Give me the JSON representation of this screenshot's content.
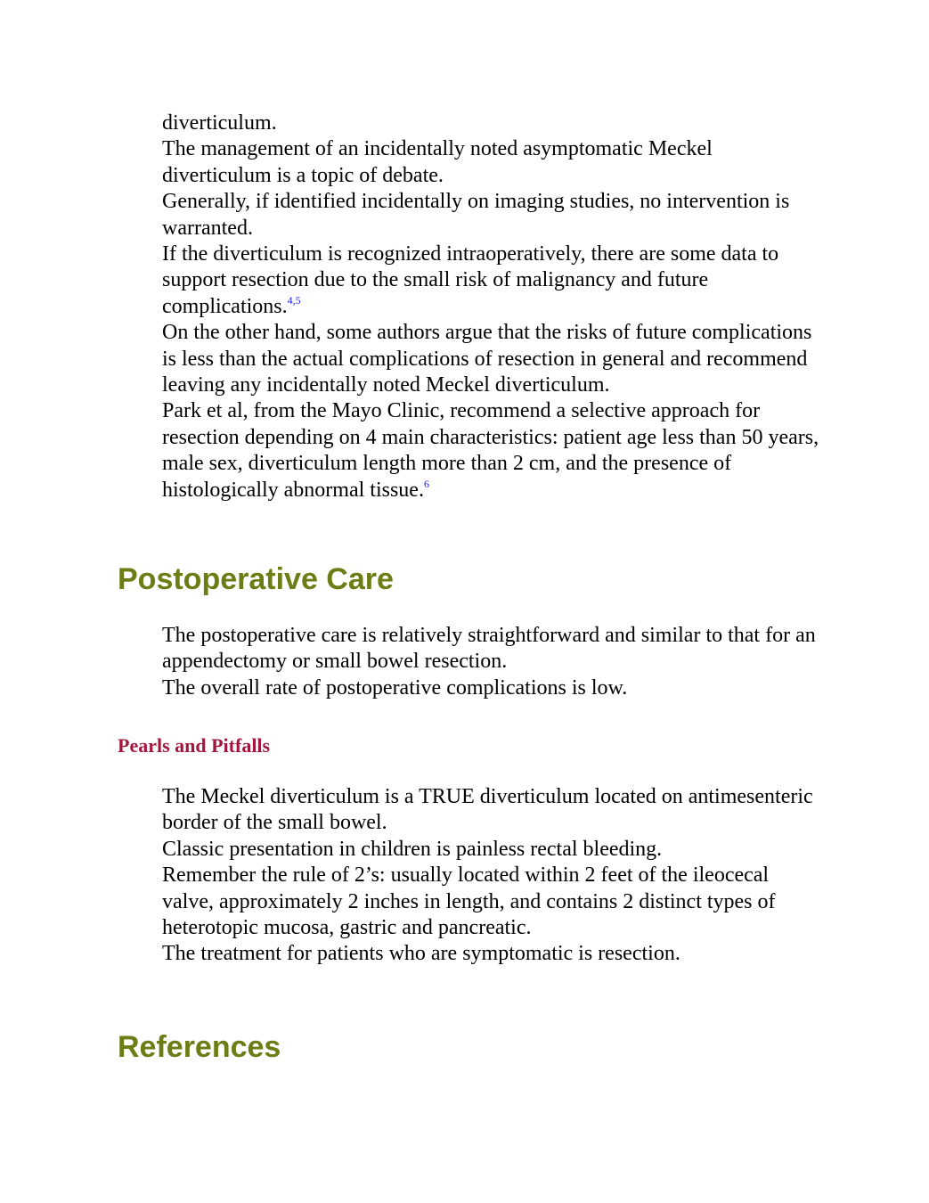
{
  "colors": {
    "heading": "#6b7d14",
    "subheading": "#a3173d",
    "citation_link": "#1a1aff",
    "text": "#000000"
  },
  "intro": {
    "p0": "diverticulum.",
    "p1": "The management of an incidentally noted asymptomatic Meckel diverticulum is a topic of debate.",
    "p2": "Generally, if identified incidentally on imaging studies, no intervention is warranted.",
    "p3": "If the diverticulum is recognized intraoperatively, there are some data to support resection due to the small risk of malignancy and future complications.",
    "p3_cite": "4,5",
    "p4": "On the other hand, some authors argue that the risks of future complications is less than the actual complications of resection in general and recommend leaving any incidentally noted Meckel diverticulum.",
    "p5": "Park et al, from the Mayo Clinic, recommend a selective approach for resection depending on 4 main characteristics: patient age less than 50 years, male sex, diverticulum length more than 2 cm, and the presence of histologically abnormal tissue.",
    "p5_cite": "6"
  },
  "postop": {
    "heading": "Postoperative Care",
    "p1": "The postoperative care is relatively straightforward and similar to that for an appendectomy or small bowel resection.",
    "p2": "The overall rate of postoperative complications is low."
  },
  "pearls": {
    "heading": "Pearls and Pitfalls",
    "p1": "The Meckel diverticulum is a TRUE diverticulum located on antimesenteric border of the small bowel.",
    "p2": "Classic presentation in children is painless rectal bleeding.",
    "p3": "Remember the rule of 2’s: usually located within 2 feet of the ileocecal valve, approximately 2 inches in length, and contains 2 distinct types of heterotopic mucosa, gastric and pancreatic.",
    "p4": "The treatment for patients who are symptomatic is resection."
  },
  "references": {
    "heading": "References"
  }
}
